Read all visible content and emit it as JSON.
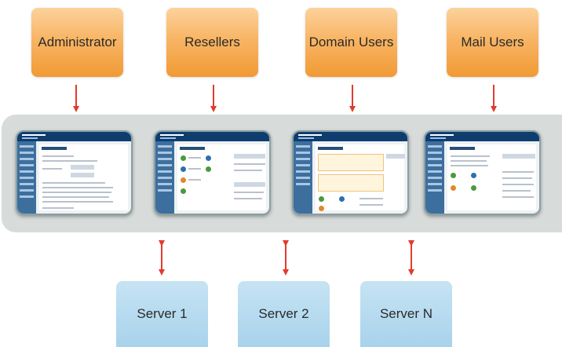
{
  "roles": [
    "Administrator",
    "Resellers",
    "Domain Users",
    "Mail Users"
  ],
  "servers": [
    "Server 1",
    "Server 2",
    "Server N"
  ],
  "colors": {
    "role_fill": "#f8b565",
    "server_fill": "#b3d9ef",
    "panel": "#d7dcdb",
    "arrow": "#e03b2e"
  }
}
